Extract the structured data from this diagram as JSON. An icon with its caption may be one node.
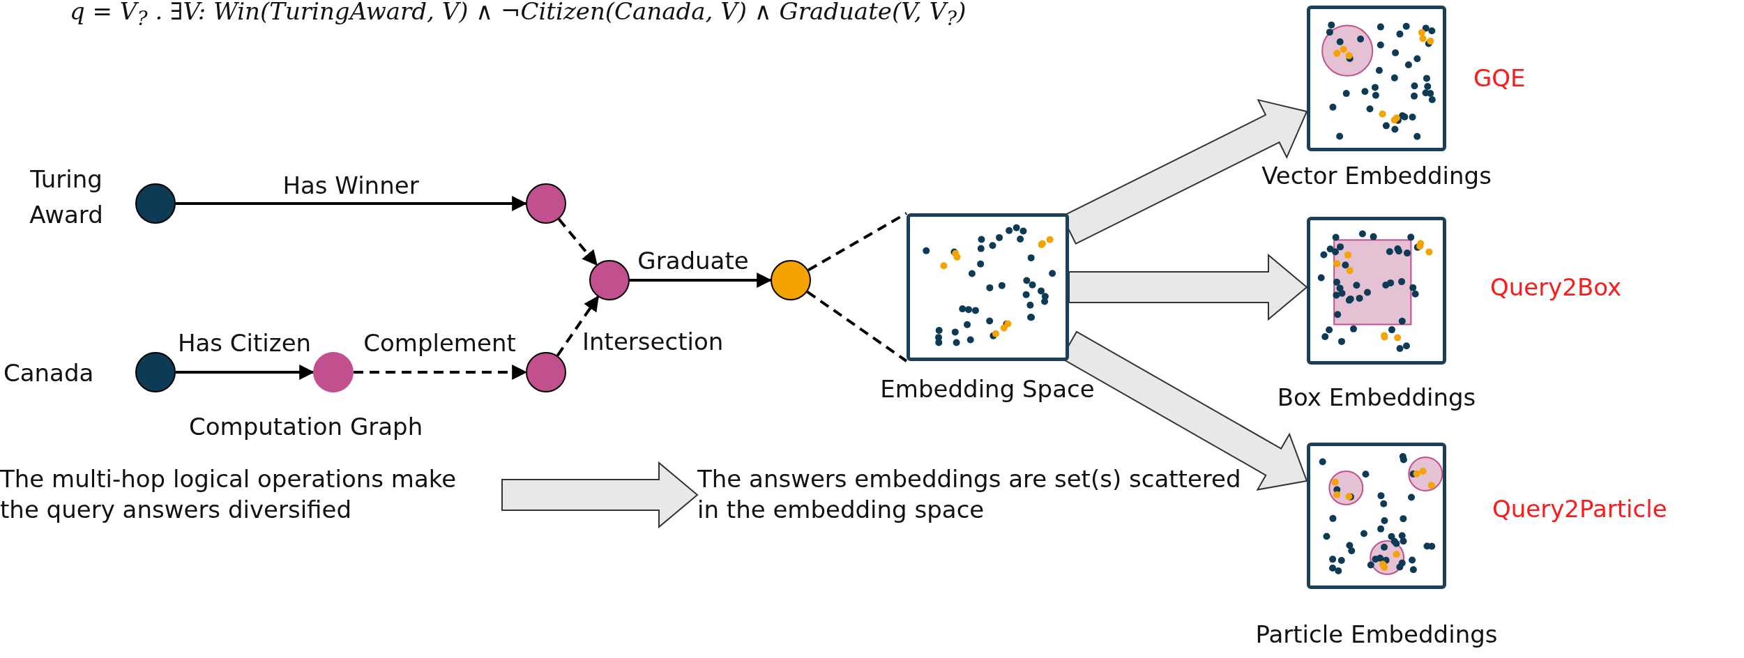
{
  "diagram": {
    "title": "q = V$_{?}$ . ∃V: Win(TuringAward, V) ∧ ¬Citizen(Canada, V) ∧ Graduate(V, V$_{?}$)",
    "nodes": [
      {
        "text": [],
        "shape": "circle",
        "beside": [
          "Turing Award"
        ]
      },
      {
        "text": [],
        "shape": "circle"
      },
      {
        "text": [],
        "shape": "circle",
        "beside": [
          "Canada"
        ]
      },
      {
        "text": [],
        "shape": "circle"
      },
      {
        "text": [],
        "shape": "circle"
      },
      {
        "text": [],
        "shape": "circle",
        "beside": [
          "Intersection"
        ]
      },
      {
        "text": [],
        "shape": "circle"
      },
      {
        "text": [],
        "shape": "picture",
        "beside": [
          "Embedding Space"
        ]
      },
      {
        "text": [],
        "shape": "picture",
        "beside": [
          "Vector Embeddings",
          "GQE"
        ]
      },
      {
        "text": [],
        "shape": "picture",
        "beside": [
          "Box Embeddings",
          "Query2Box"
        ]
      },
      {
        "text": [],
        "shape": "picture",
        "beside": [
          "Particle Embeddings",
          "Query2Particle"
        ]
      },
      {
        "text": [
          "The multi-hop logical operations make the query answers diversified"
        ]
      },
      {
        "text": [
          "The answers embeddings are set(s) scattered in the embedding space"
        ]
      }
    ],
    "edges": [
      {
        "from": 0,
        "to": 1,
        "arrow": "to",
        "label": "Has Winner"
      },
      {
        "from": 2,
        "to": 3,
        "arrow": "to",
        "label": "Has Citizen"
      },
      {
        "from": 3,
        "to": 4,
        "arrow": "to",
        "label": "Complement",
        "style": "dashed"
      },
      {
        "from": 1,
        "to": 5,
        "arrow": "to",
        "style": "dashed"
      },
      {
        "from": 4,
        "to": 5,
        "arrow": "to",
        "style": "dashed"
      },
      {
        "from": 5,
        "to": 6,
        "arrow": "to",
        "label": "Graduate"
      },
      {
        "from": 6,
        "to": 7,
        "arrow": "none",
        "style": "dashed"
      },
      {
        "from": 6,
        "to": 7,
        "arrow": "none",
        "style": "dashed"
      },
      {
        "from": 7,
        "to": 8,
        "arrow": "to",
        "style": "thick"
      },
      {
        "from": 7,
        "to": 9,
        "arrow": "to",
        "style": "thick"
      },
      {
        "from": 7,
        "to": 10,
        "arrow": "to",
        "style": "thick"
      },
      {
        "from": 11,
        "to": 12,
        "arrow": "to",
        "style": "thick"
      }
    ],
    "labels": [
      "Computation Graph"
    ]
  }
}
